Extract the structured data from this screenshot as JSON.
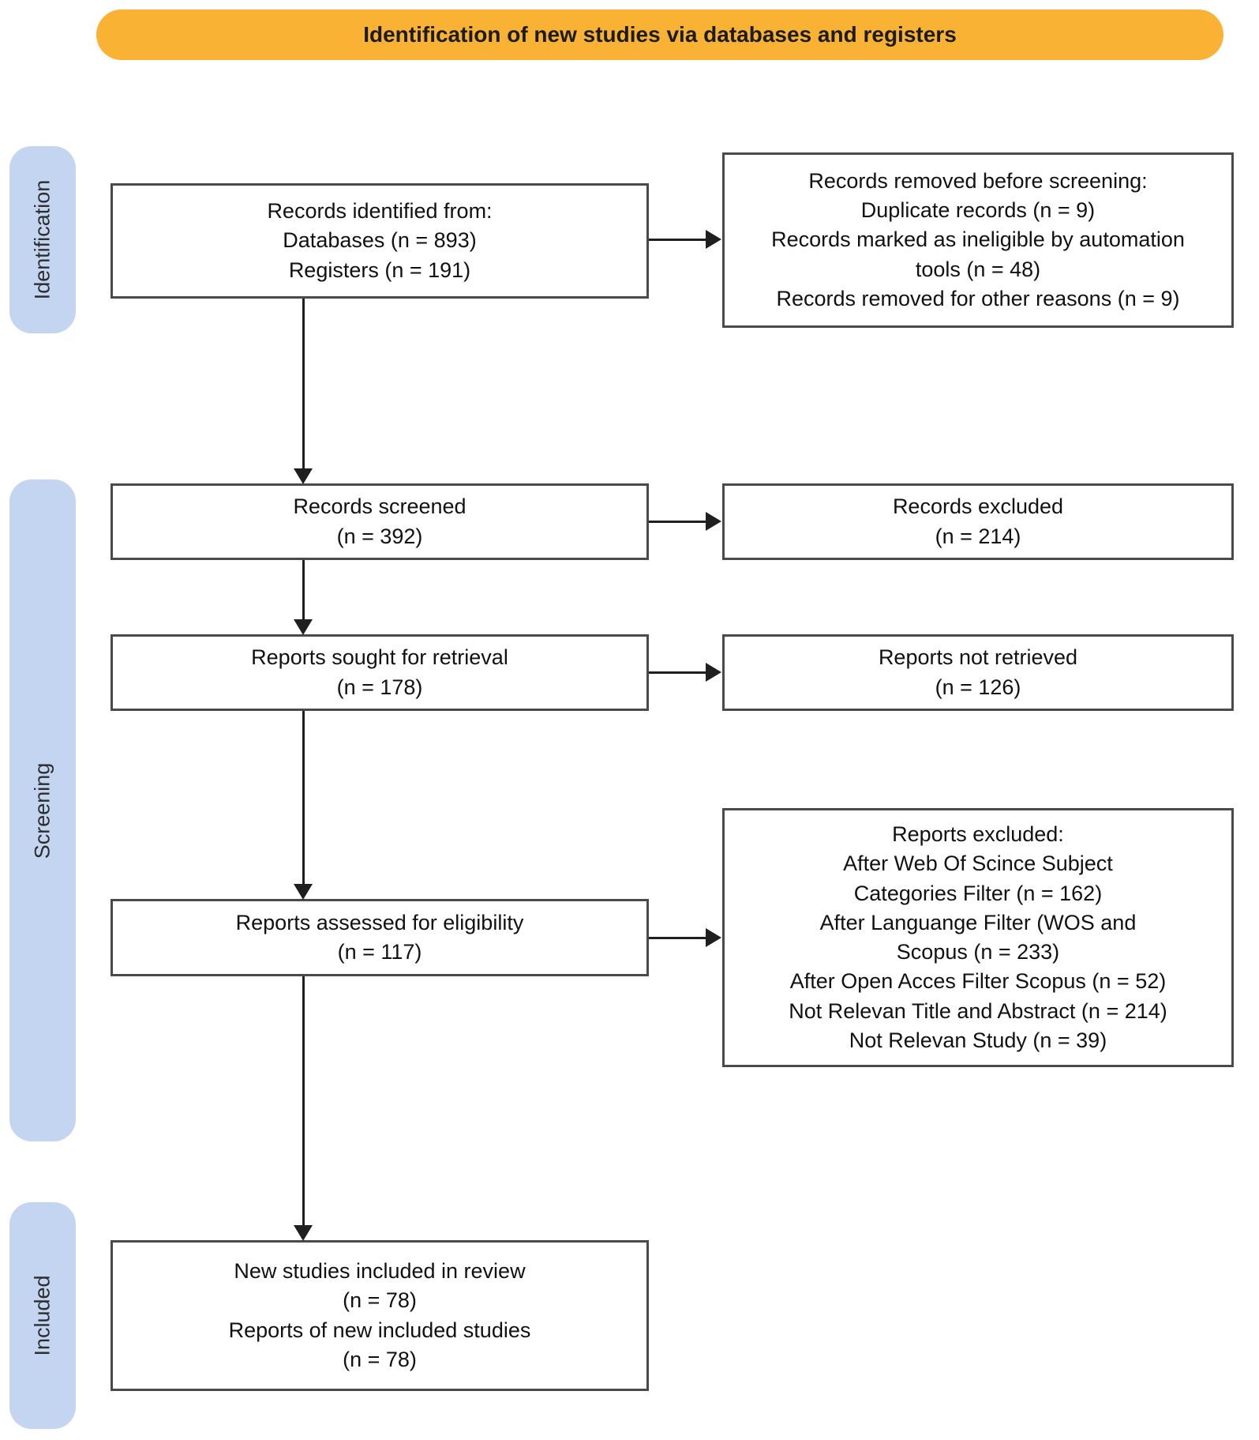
{
  "banner": {
    "title": "Identification of new studies via databases and registers"
  },
  "sidebar": {
    "identification": "Identification",
    "screening": "Screening",
    "included": "Included"
  },
  "boxes": {
    "records_identified": "Records identified from:\nDatabases (n = 893)\nRegisters (n = 191)",
    "records_removed": "Records removed before screening:\nDuplicate records (n = 9)\nRecords marked as ineligible by automation\ntools (n = 48)\nRecords removed for other reasons (n = 9)",
    "records_screened": "Records screened\n(n = 392)",
    "records_excluded": "Records excluded\n(n = 214)",
    "reports_sought": "Reports sought for retrieval\n(n = 178)",
    "reports_not_retrieved": "Reports not retrieved\n(n = 126)",
    "reports_assessed": "Reports assessed for eligibility\n(n = 117)",
    "reports_excluded": "Reports excluded:\nAfter Web Of Scince Subject\nCategories Filter (n = 162)\nAfter Languange Filter (WOS and\nScopus (n = 233)\nAfter Open Acces Filter Scopus (n = 52)\nNot Relevan Title and Abstract (n = 214)\nNot Relevan Study (n = 39)",
    "included_studies": "New studies included in review\n(n = 78)\nReports of new included studies\n(n = 78)"
  },
  "colors": {
    "banner_bg": "#F9B233",
    "stage_bg": "#C3D5F0",
    "box_border": "#4A4A4A",
    "arrow": "#1F1F1F"
  }
}
